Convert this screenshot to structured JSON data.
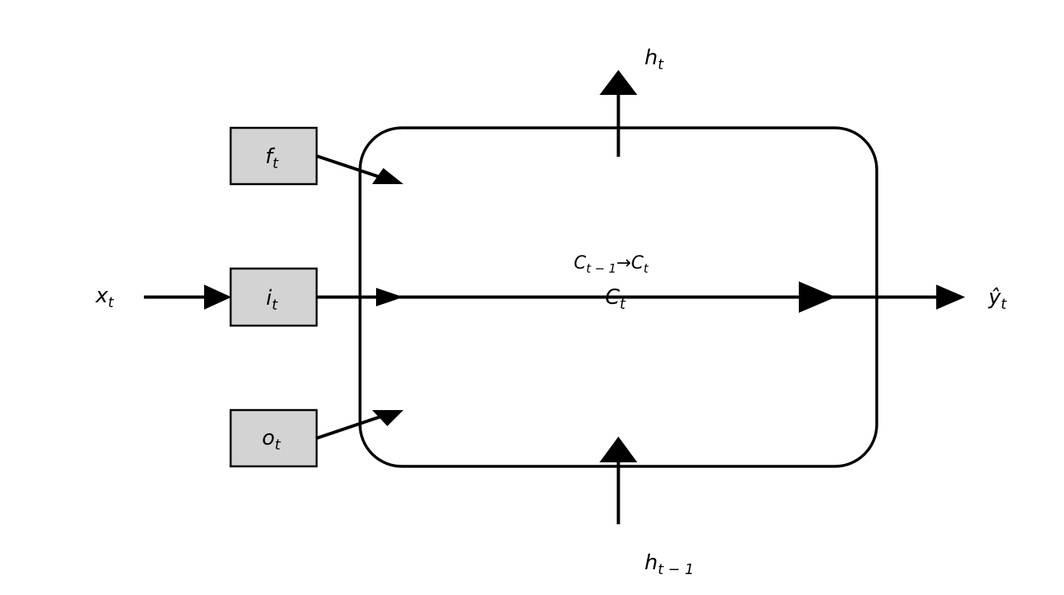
{
  "diagram": {
    "type": "lstm-cell",
    "colors": {
      "stroke": "#000000",
      "gate_fill": "#d3d3d3",
      "background": "#ffffff"
    },
    "gates": [
      {
        "id": "forget",
        "base": "f",
        "sub": "t"
      },
      {
        "id": "input",
        "base": "i",
        "sub": "t"
      },
      {
        "id": "output",
        "base": "o",
        "sub": "t"
      }
    ],
    "input_label": {
      "base": "x",
      "sub": "t"
    },
    "output_label": {
      "base": "ŷ",
      "sub": "t"
    },
    "hidden_out": {
      "base": "h",
      "sub": "t"
    },
    "hidden_in": {
      "base": "h",
      "sub": "t − 1"
    },
    "cell_state": {
      "base": "C",
      "sub": "t"
    },
    "cell_transition": {
      "from_base": "C",
      "from_sub": "t − 1",
      "arrow": "→",
      "to_base": "C",
      "to_sub": "t"
    }
  }
}
